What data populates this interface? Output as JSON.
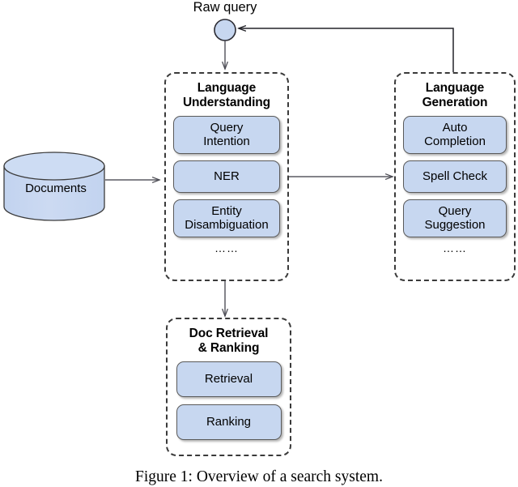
{
  "figure": {
    "caption": "Figure 1: Overview of a search system.",
    "entry_label": "Raw query"
  },
  "colors": {
    "node_fill": "#c7d7f0",
    "node_border": "#5a5a5a",
    "group_border": "#3a3a3a",
    "arrow": "#5a5a5a",
    "circle_fill": "#c7d7f0",
    "background": "#ffffff"
  },
  "datastore": {
    "label": "Documents",
    "shape": "cylinder"
  },
  "groups": [
    {
      "id": "language-understanding",
      "title_line1": "Language",
      "title_line2": "Understanding",
      "nodes": [
        {
          "label_line1": "Query",
          "label_line2": "Intention"
        },
        {
          "label_line1": "NER",
          "label_line2": ""
        },
        {
          "label_line1": "Entity",
          "label_line2": "Disambiguation"
        }
      ],
      "ellipsis": "……"
    },
    {
      "id": "language-generation",
      "title_line1": "Language",
      "title_line2": "Generation",
      "nodes": [
        {
          "label_line1": "Auto",
          "label_line2": "Completion"
        },
        {
          "label_line1": "Spell Check",
          "label_line2": ""
        },
        {
          "label_line1": "Query",
          "label_line2": "Suggestion"
        }
      ],
      "ellipsis": "……"
    },
    {
      "id": "doc-retrieval-ranking",
      "title_line1": "Doc Retrieval",
      "title_line2": "& Ranking",
      "nodes": [
        {
          "label_line1": "Retrieval",
          "label_line2": ""
        },
        {
          "label_line1": "Ranking",
          "label_line2": ""
        }
      ],
      "ellipsis": ""
    }
  ],
  "edges": [
    {
      "name": "raw-query-to-language-understanding",
      "from": "raw-query-node",
      "to": "language-understanding"
    },
    {
      "name": "documents-to-language-understanding",
      "from": "documents",
      "to": "language-understanding"
    },
    {
      "name": "language-understanding-to-language-generation",
      "from": "language-understanding",
      "to": "language-generation"
    },
    {
      "name": "language-understanding-to-doc-retrieval",
      "from": "language-understanding",
      "to": "doc-retrieval-ranking"
    },
    {
      "name": "language-generation-to-raw-query",
      "from": "language-generation",
      "to": "raw-query-node"
    }
  ]
}
